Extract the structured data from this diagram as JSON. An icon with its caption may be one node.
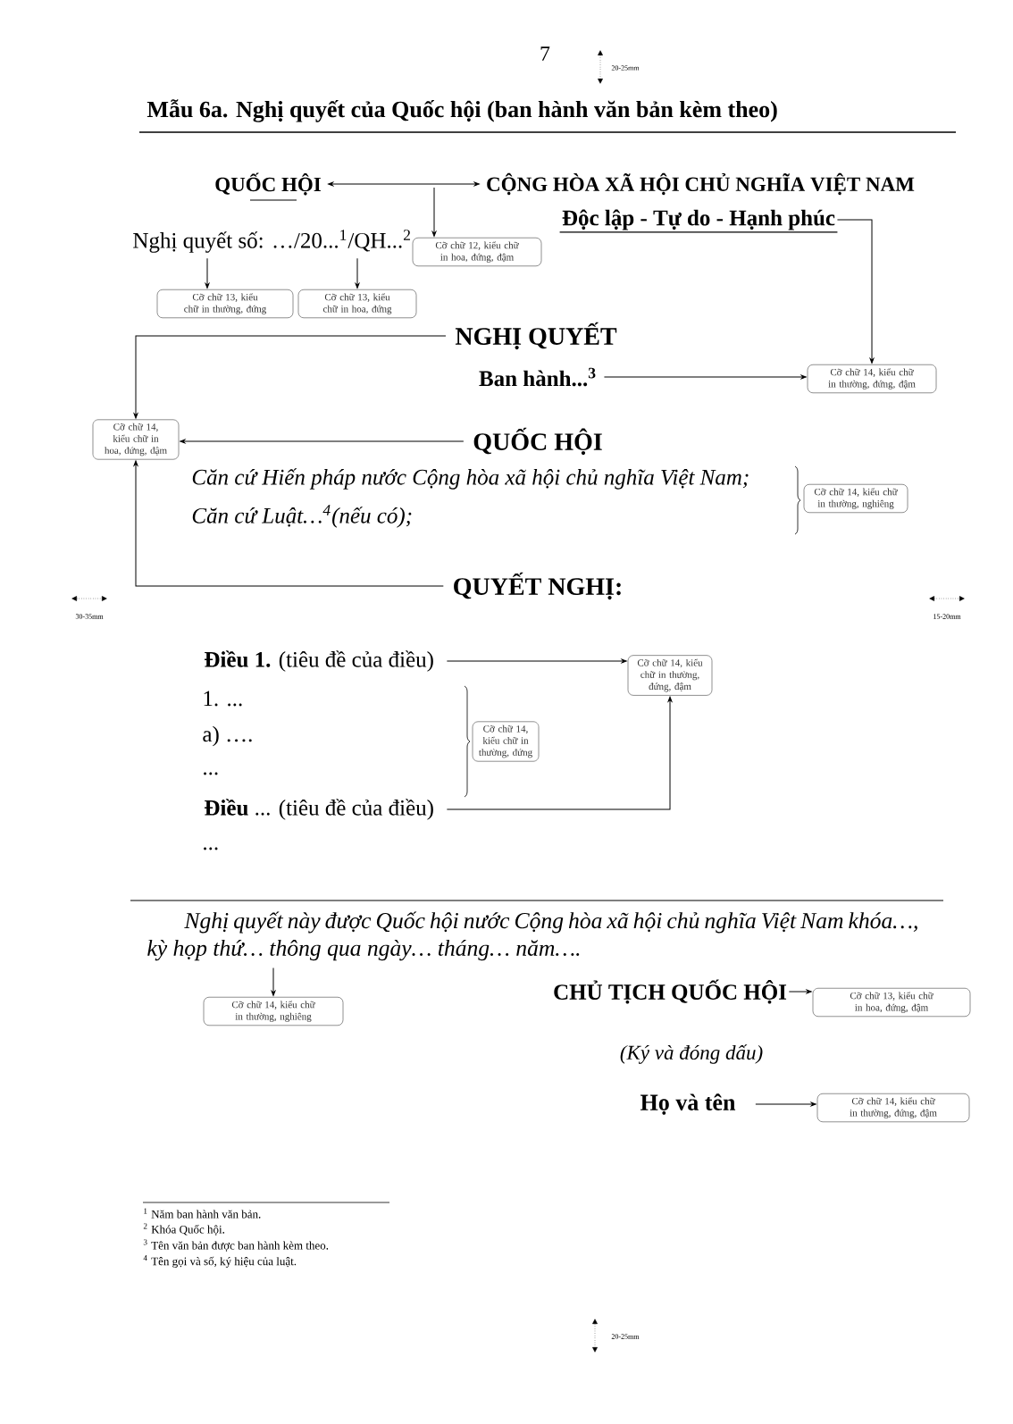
{
  "diagram": {
    "title": "Mẫu 6a. Nghị quyết của Quốc hội (ban hành văn bản kèm theo)",
    "nodes": [
      {
        "text": [
          "QUỐC HỘI"
        ]
      },
      {
        "text": [
          "CỘNG HÒA XÃ HỘI CHỦ NGHĨA VIỆT NAM"
        ]
      },
      {
        "text": [
          "Độc lập - Tự do - Hạnh phúc"
        ]
      },
      {
        "text": [
          "Nghị quyết số: …/20...$^{1}$/QH...$^{2}$"
        ]
      },
      {
        "text": [
          "Cỡ chữ 12, kiểu chữ in hoa, đứng, đậm"
        ]
      },
      {
        "text": [
          "Cỡ chữ 13, kiểu chữ in thường, đứng"
        ]
      },
      {
        "text": [
          "Cỡ chữ 13, kiểu chữ in hoa, đứng"
        ]
      },
      {
        "text": [
          "NGHỊ QUYẾT"
        ]
      },
      {
        "text": [
          "Ban hành...$^{3}$"
        ]
      },
      {
        "text": [
          "Cỡ chữ 14, kiểu chữ in thường, đứng, đậm"
        ]
      },
      {
        "text": [
          "Cỡ chữ 14, kiểu chữ in hoa, đứng, đậm"
        ]
      },
      {
        "text": [
          "QUỐC HỘI"
        ]
      },
      {
        "text": [
          "Cỡ chữ 14, kiểu chữ in thường, nghiêng"
        ]
      },
      {
        "text": [
          "QUYẾT NGHỊ:"
        ]
      },
      {
        "text": [
          "**Điều 1.** (tiêu đề của điều)"
        ]
      },
      {
        "text": [
          "Cỡ chữ 14, kiểu chữ in thường, đứng"
        ]
      },
      {
        "text": [
          "Cỡ chữ 14, kiểu chữ in thường, đứng, đậm"
        ]
      },
      {
        "text": [
          "**Điều** ... (tiêu đề của điều)"
        ]
      },
      {
        "text": [
          "Nghị quyết này được Quốc hội nước Cộng hòa xã hội chủ nghĩa Việt Nam khóa…, kỳ họp thứ… thông qua ngày… tháng… năm…."
        ]
      },
      {
        "text": [
          "Cỡ chữ 14, kiểu chữ in thường, nghiêng"
        ]
      },
      {
        "text": [
          "CHỦ TỊCH QUỐC HỘI"
        ]
      },
      {
        "text": [
          "Cỡ chữ 13, kiểu chữ in hoa, đứng, đậm"
        ]
      },
      {
        "text": [
          "Họ và tên"
        ]
      },
      {
        "text": [
          "Cỡ chữ 14, kiểu chữ in thường, đứng, đậm"
        ]
      }
    ],
    "edges": [
      {
        "from": 0,
        "to": 1,
        "arrow": "both"
      },
      {
        "from": null,
        "to": 4,
        "arrow": "to"
      },
      {
        "from": 3,
        "to": 5,
        "arrow": "to"
      },
      {
        "from": 3,
        "to": 6,
        "arrow": "to"
      },
      {
        "from": 2,
        "to": 9,
        "arrow": "to"
      },
      {
        "from": 8,
        "to": 9,
        "arrow": "to"
      },
      {
        "from": 7,
        "to": 10,
        "arrow": "to"
      },
      {
        "from": 11,
        "to": 10,
        "arrow": "to"
      },
      {
        "from": 13,
        "to": 10,
        "arrow": "to"
      },
      {
        "from": 14,
        "to": 16,
        "arrow": "to"
      },
      {
        "from": 17,
        "to": 16,
        "arrow": "to"
      },
      {
        "from": 18,
        "to": 19,
        "arrow": "to"
      },
      {
        "from": 20,
        "to": 21,
        "arrow": "to"
      },
      {
        "from": 22,
        "to": 23,
        "arrow": "to"
      }
    ],
    "labels": [
      "7",
      "20-25mm",
      "Căn cứ Hiến pháp nước Cộng hòa xã hội chủ nghĩa Việt Nam;",
      "Căn cứ Luật…$^{4}$(nếu có);",
      "30-35mm",
      "15-20mm",
      "1. ...",
      "a) ….",
      "...",
      "...",
      "(Ký và đóng dấu)",
      "$^{1}$ Năm ban hành văn bản.",
      "$^{2}$ Khóa Quốc hội.",
      "$^{3}$ Tên văn bản được ban hành kèm theo.",
      "$^{4}$ Tên gọi và số, ký hiệu của luật.",
      "20-25mm"
    ]
  }
}
